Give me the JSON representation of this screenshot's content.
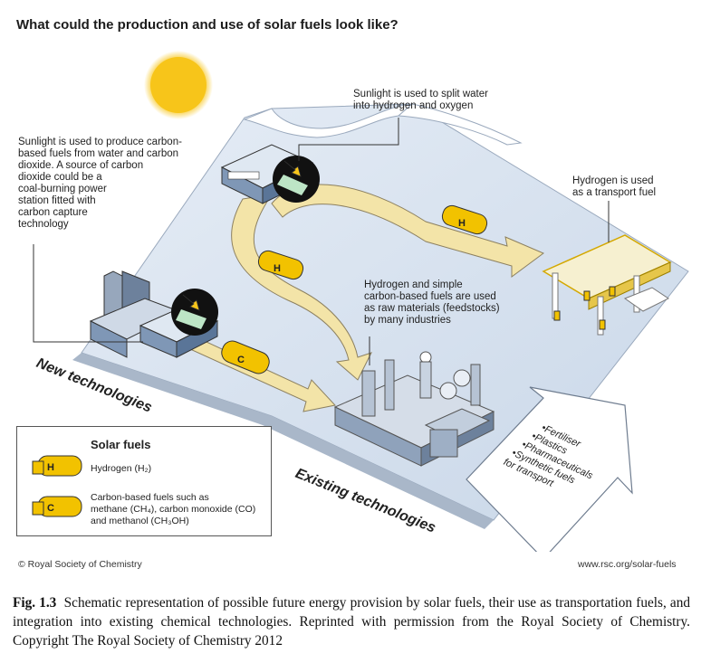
{
  "title": "What could the production and use of solar fuels look like?",
  "callouts": {
    "split_water": [
      "Sunlight is used to split water",
      "into hydrogen and oxygen"
    ],
    "carbon_fuels": [
      "Sunlight is used to produce carbon-",
      "based fuels from water and carbon",
      "dioxide. A source of carbon",
      "dioxide could be a",
      "coal-burning power",
      "station fitted with",
      "carbon capture",
      "technology"
    ],
    "transport": [
      "Hydrogen is used",
      "as a transport fuel"
    ],
    "feedstocks": [
      "Hydrogen and simple",
      "carbon-based fuels are used",
      "as raw materials (feedstocks)",
      "by many industries"
    ]
  },
  "zones": {
    "new": "New technologies",
    "existing": "Existing technologies"
  },
  "products": [
    "•Fertiliser",
    "•Plastics",
    "•Pharmaceuticals",
    "•Synthetic fuels",
    "for transport"
  ],
  "tanker_letters": {
    "h": "H",
    "c": "C"
  },
  "legend": {
    "title": "Solar fuels",
    "hydrogen": "Hydrogen (H₂)",
    "carbon_lines": [
      "Carbon-based fuels such as",
      "methane (CH₄), carbon monoxide (CO)",
      "and methanol (CH₃OH)"
    ]
  },
  "credits": {
    "left": "© Royal Society of Chemistry",
    "right": "www.rsc.org/solar-fuels"
  },
  "caption": {
    "label": "Fig. 1.3",
    "text": "Schematic representation of possible future energy provision by solar fuels, their use as transportation fuels, and integration into existing chemical technologies. Reprinted with permission from the Royal Society of Chemistry. Copyright The Royal Society of Chemistry 2012"
  },
  "colors": {
    "sun": "#f7c51a",
    "arrow_fill": "#f3e4a8",
    "ground": "#dbe5f0",
    "tanker": "#f2c200"
  }
}
